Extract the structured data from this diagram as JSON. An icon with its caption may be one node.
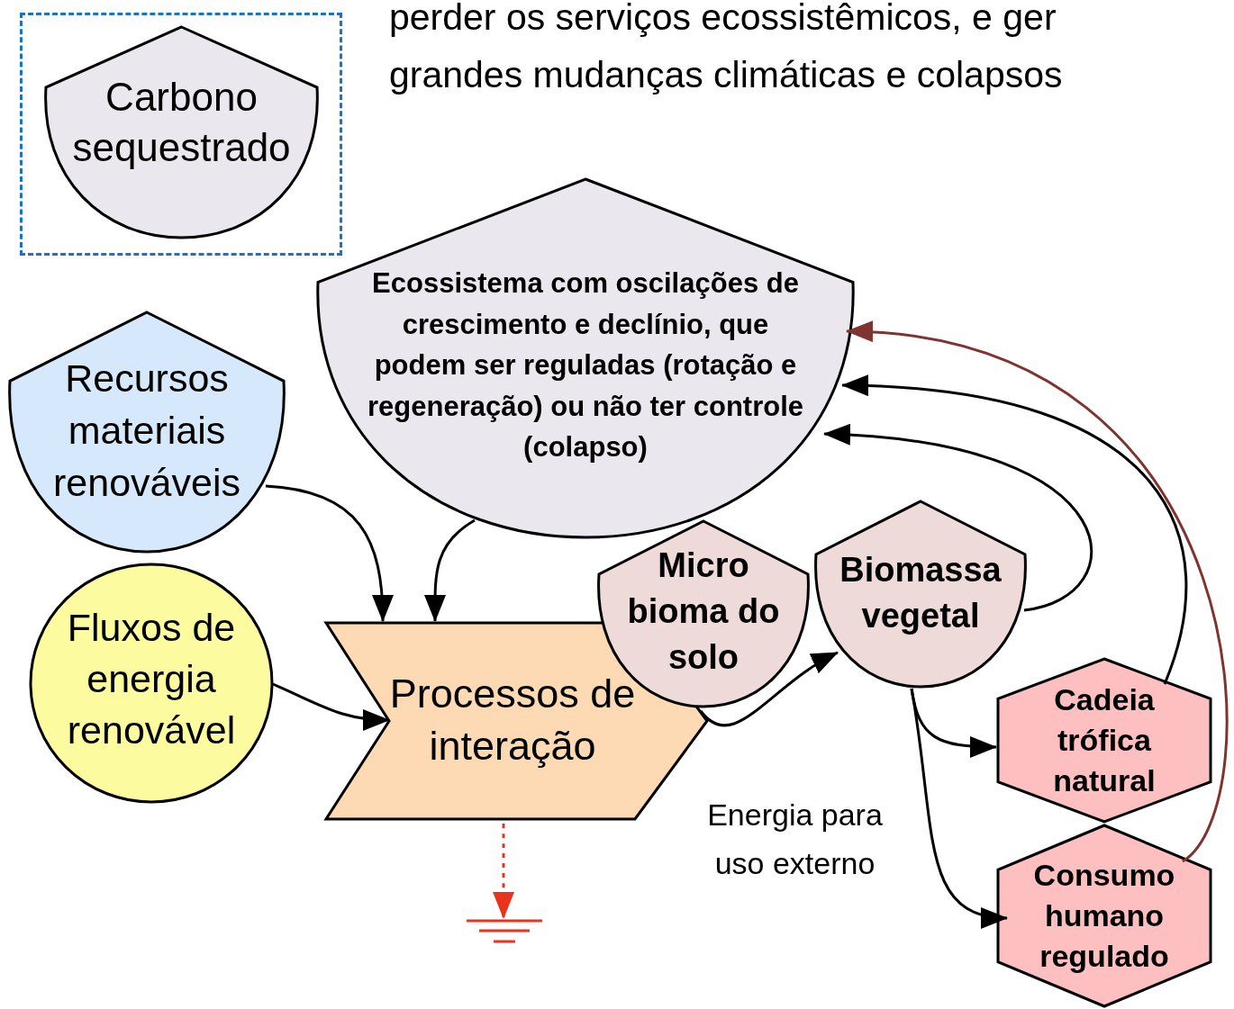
{
  "diagram": {
    "nodes": [
      {
        "text": [],
        "shape": "box"
      },
      {
        "text": [
          "Carbono sequestrado"
        ],
        "in": 0
      },
      {
        "text": [
          "Ecossistema com oscilações de crescimento e declínio, que podem ser reguladas (rotação e regeneração) ou não ter controle (colapso)"
        ]
      },
      {
        "text": [
          "Recursos materiais renováveis"
        ]
      },
      {
        "text": [
          "Fluxos de energia renovável"
        ]
      },
      {
        "text": [
          "Processos de interação"
        ]
      },
      {
        "text": [
          "Micro bioma do solo"
        ]
      },
      {
        "text": [
          "Biomassa vegetal"
        ]
      },
      {
        "text": [
          "Cadeia trófica natural"
        ]
      },
      {
        "text": [
          "Consumo humano regulado"
        ]
      },
      {
        "text": [],
        "shape": "ground"
      }
    ],
    "edges": [
      {
        "from": 3,
        "to": 5,
        "arrow": "to"
      },
      {
        "from": 2,
        "to": 5,
        "arrow": "to"
      },
      {
        "from": 4,
        "to": 5,
        "arrow": "to"
      },
      {
        "from": 5,
        "to": 7,
        "arrow": "to"
      },
      {
        "from": 7,
        "to": 2,
        "arrow": "to"
      },
      {
        "from": 8,
        "to": 2,
        "arrow": "to"
      },
      {
        "from": 9,
        "to": 2,
        "arrow": "to",
        "color": "#7f3430"
      },
      {
        "from": 7,
        "to": 8,
        "arrow": "to"
      },
      {
        "from": 7,
        "to": 9,
        "arrow": "to"
      },
      {
        "from": 5,
        "to": 10,
        "arrow": "to",
        "style": "dashed",
        "color": "#e8341c"
      }
    ],
    "labels": [
      "perder os serviços ecossistêmicos, e ger",
      "grandes mudanças climáticas e colapsos",
      "Energia para uso externo"
    ]
  }
}
